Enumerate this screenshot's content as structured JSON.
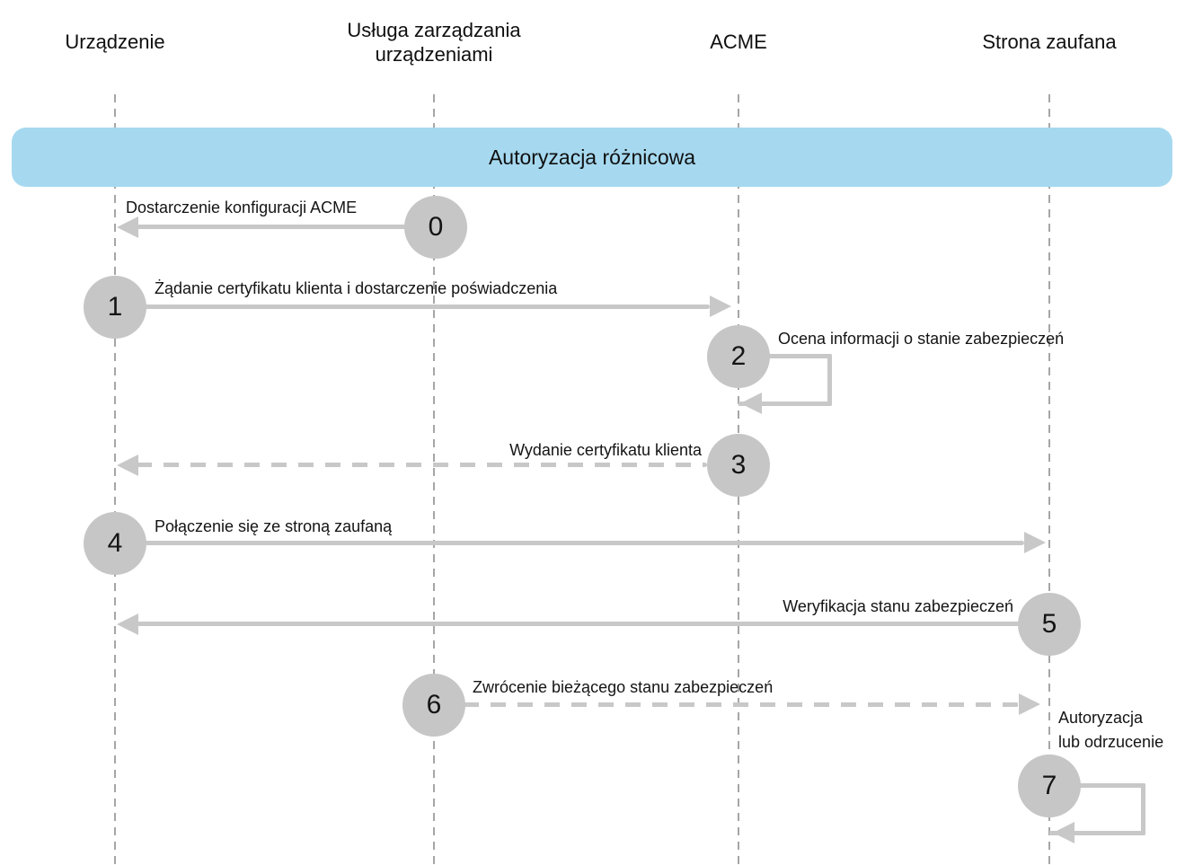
{
  "banner": {
    "label": "Autoryzacja różnicowa"
  },
  "actors": [
    {
      "id": "device",
      "label": "Urządzenie"
    },
    {
      "id": "mdm-service",
      "label": "Usługa zarządzania urządzeniami"
    },
    {
      "id": "acme",
      "label": "ACME"
    },
    {
      "id": "relying-party",
      "label": "Strona zaufana"
    }
  ],
  "steps": [
    {
      "number": "0",
      "label": "Dostarczenie konfiguracji ACME",
      "from": "Usługa zarządzania urządzeniami",
      "to": "Urządzenie",
      "line_style": "solid"
    },
    {
      "number": "1",
      "label": "Żądanie certyfikatu klienta i dostarczenie poświadczenia",
      "from": "Urządzenie",
      "to": "ACME",
      "line_style": "solid"
    },
    {
      "number": "2",
      "label": "Ocena informacji o stanie zabezpieczeń",
      "from": "ACME",
      "to": "ACME",
      "line_style": "self-loop"
    },
    {
      "number": "3",
      "label": "Wydanie certyfikatu klienta",
      "from": "ACME",
      "to": "Urządzenie",
      "line_style": "dashed"
    },
    {
      "number": "4",
      "label": "Połączenie się ze stroną zaufaną",
      "from": "Urządzenie",
      "to": "Strona zaufana",
      "line_style": "solid"
    },
    {
      "number": "5",
      "label": "Weryfikacja stanu zabezpieczeń",
      "from": "Strona zaufana",
      "to": "Urządzenie",
      "line_style": "solid"
    },
    {
      "number": "6",
      "label": "Zwrócenie bieżącego stanu zabezpieczeń",
      "from": "Usługa zarządzania urządzeniami",
      "to": "Strona zaufana",
      "line_style": "dashed"
    },
    {
      "number": "7",
      "label": "Autoryzacja\nlub odrzucenie",
      "from": "Strona zaufana",
      "to": "Strona zaufana",
      "line_style": "self-loop"
    }
  ],
  "colors": {
    "banner_bg": "#a6d9f0",
    "arrow_gray": "#c8c8c8",
    "circle_gray": "#c6c6c6",
    "lifeline_gray": "#a6a6a6",
    "text": "#141414"
  }
}
